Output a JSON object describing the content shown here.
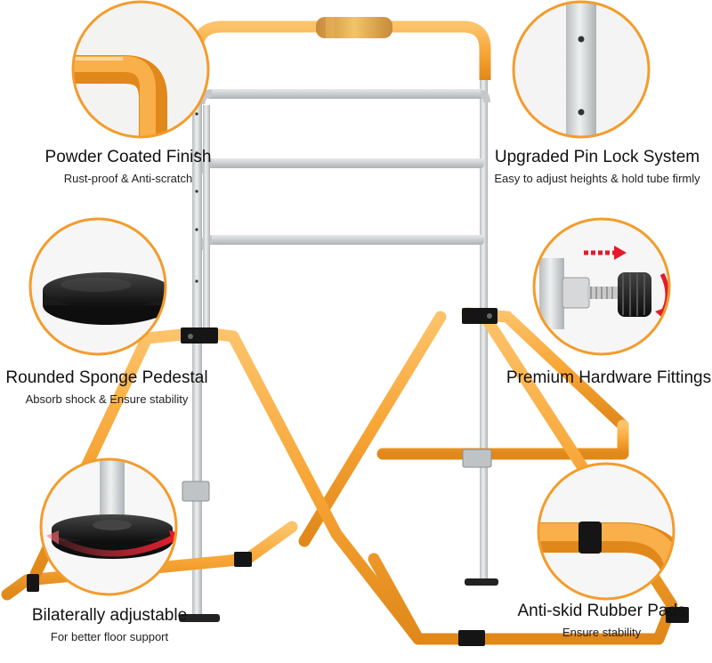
{
  "colors": {
    "frame": "#f7a535",
    "frame_dark": "#e08a1c",
    "bar_gray": "#c9cdcf",
    "pole_gray": "#d9dcdd",
    "circle_border": "#f39c2b",
    "rubber": "#1b1b1b"
  },
  "features": [
    {
      "id": "powder",
      "title": "Powder Coated Finish",
      "subtitle": "Rust-proof & Anti-scratch",
      "icon": "bent-tube-corner-icon"
    },
    {
      "id": "pinlock",
      "title": "Upgraded Pin Lock System",
      "subtitle": "Easy to adjust heights & hold tube firmly",
      "icon": "pin-lock-tube-icon"
    },
    {
      "id": "sponge",
      "title": "Rounded Sponge Pedestal",
      "subtitle": "Absorb shock & Ensure stability",
      "icon": "sponge-pad-icon"
    },
    {
      "id": "hardware",
      "title": "Premium Hardware Fittings",
      "subtitle": "",
      "icon": "knob-bolt-icon"
    },
    {
      "id": "bilateral",
      "title": "Bilaterally adjustable",
      "subtitle": "For better floor support",
      "icon": "rotating-foot-icon"
    },
    {
      "id": "antiskid",
      "title": "Anti-skid Rubber Pads",
      "subtitle": "Ensure stability",
      "icon": "rubber-pad-icon"
    }
  ]
}
